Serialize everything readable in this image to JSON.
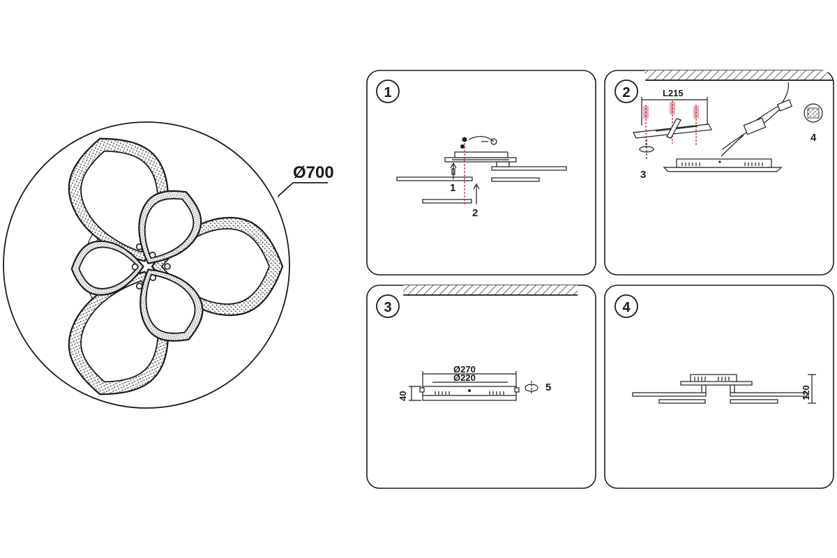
{
  "overview": {
    "diameter_label": "Ø700"
  },
  "steps": [
    {
      "number": "1",
      "callouts": [
        "1",
        "2"
      ]
    },
    {
      "number": "2",
      "callouts": [
        "L215",
        "3",
        "4"
      ]
    },
    {
      "number": "3",
      "callouts": [
        "Ø270",
        "Ø220",
        "40",
        "5"
      ]
    },
    {
      "number": "4",
      "callouts": [
        "120"
      ]
    }
  ],
  "colors": {
    "line": "#1a1a1a",
    "accent": "#c8102e"
  }
}
